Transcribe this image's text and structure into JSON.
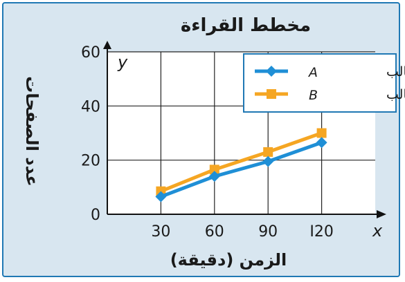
{
  "chart_data": {
    "type": "line",
    "title": "مخطط القراءة",
    "xlabel": "الزمن (دقيقة)",
    "ylabel": "عدد الصفحات",
    "x_var": "x",
    "y_var": "y",
    "x": [
      30,
      60,
      90,
      120
    ],
    "x_tick_labels": [
      "30",
      "60",
      "90",
      "I20"
    ],
    "xlim": [
      0,
      150
    ],
    "ylim": [
      0,
      60
    ],
    "y_ticks": [
      0,
      20,
      40,
      60
    ],
    "y_tick_labels": [
      "0",
      "20",
      "40",
      "60"
    ],
    "grid": true,
    "legend_position": "top-right",
    "series": [
      {
        "name": "الطالب A",
        "name_text": "الطالب",
        "name_var": "A",
        "marker": "diamond",
        "color": "#1f8fd6",
        "values": [
          6.5,
          14,
          19.5,
          26.5
        ]
      },
      {
        "name": "الطالب B",
        "name_text": "الطالب",
        "name_var": "B",
        "marker": "square",
        "color": "#f5a623",
        "values": [
          8.5,
          16.5,
          23,
          30
        ]
      }
    ]
  },
  "colors": {
    "frame_border": "#1f78b4",
    "frame_fill": "#d8e6f0",
    "plot_fill": "#ffffff",
    "grid": "#222222"
  }
}
